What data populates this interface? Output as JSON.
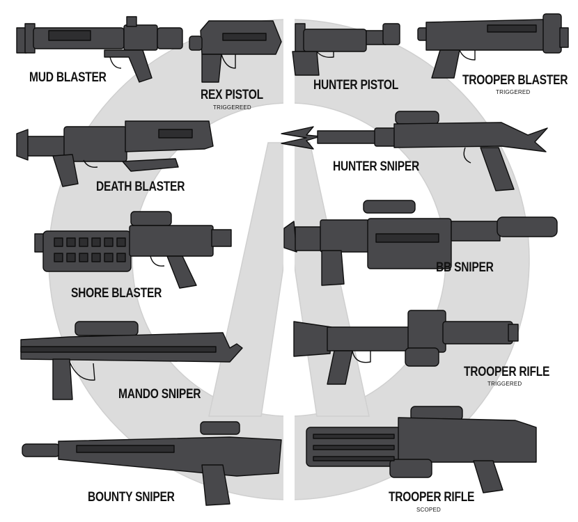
{
  "colors": {
    "weapon": "#48484b",
    "weapon_dark": "#2e2e30",
    "outline": "#0d0d0d",
    "logo": "#dcdcdc",
    "text": "#111111"
  },
  "items": [
    {
      "icon": "mud-blaster-icon",
      "name": "MUD BLASTER",
      "sub": ""
    },
    {
      "icon": "rex-pistol-icon",
      "name": "REX PISTOL",
      "sub": "TRIGGEREED"
    },
    {
      "icon": "hunter-pistol-icon",
      "name": "HUNTER PISTOL",
      "sub": ""
    },
    {
      "icon": "trooper-blaster-icon",
      "name": "TROOPER BLASTER",
      "sub": "TRIGGERED"
    },
    {
      "icon": "death-blaster-icon",
      "name": "DEATH BLASTER",
      "sub": ""
    },
    {
      "icon": "hunter-sniper-icon",
      "name": "HUNTER SNIPER",
      "sub": ""
    },
    {
      "icon": "shore-blaster-icon",
      "name": "SHORE BLASTER",
      "sub": ""
    },
    {
      "icon": "bb-sniper-icon",
      "name": "BB SNIPER",
      "sub": ""
    },
    {
      "icon": "mando-sniper-icon",
      "name": "MANDO SNIPER",
      "sub": ""
    },
    {
      "icon": "trooper-rifle-triggered-icon",
      "name": "TROOPER RIFLE",
      "sub": "TRIGGERED"
    },
    {
      "icon": "bounty-sniper-icon",
      "name": "BOUNTY SNIPER",
      "sub": ""
    },
    {
      "icon": "trooper-rifle-scoped-icon",
      "name": "TROOPER RIFLE",
      "sub": "SCOPED"
    }
  ]
}
